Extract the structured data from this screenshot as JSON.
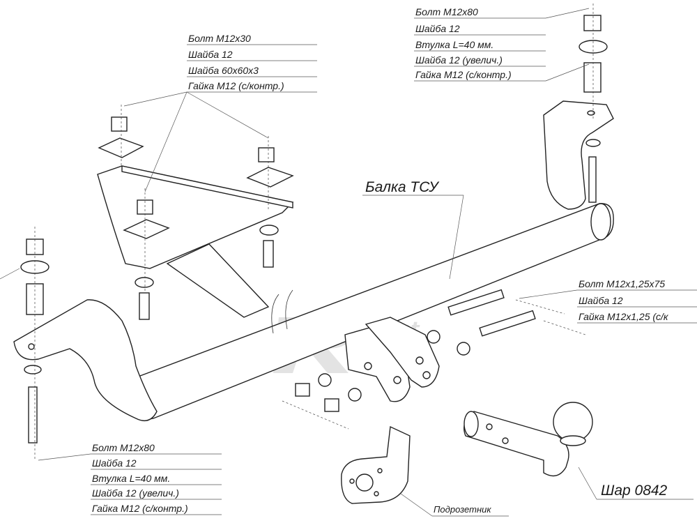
{
  "groups": [
    {
      "id": "top-left-kit",
      "lines": [
        "Болт М12х30",
        "Шайба 12",
        "Шайба 60х60х3",
        "Гайка М12 (с/контр.)"
      ]
    },
    {
      "id": "top-right-kit",
      "lines": [
        "Болт М12х80",
        "Шайба 12",
        "Втулка L=40 мм.",
        "Шайба 12 (увелич.)",
        "Гайка М12 (с/контр.)"
      ]
    },
    {
      "id": "right-kit",
      "lines": [
        "Болт М12х1,25х75",
        "Шайба 12",
        "Гайка М12х1,25 (с/к"
      ]
    },
    {
      "id": "bottom-left-kit",
      "lines": [
        "Болт М12х80",
        "Шайба 12",
        "Втулка L=40 мм.",
        "Шайба 12 (увелич.)",
        "Гайка М12 (с/контр.)"
      ]
    }
  ],
  "beam_label": "Балка ТСУ",
  "ball_label": "Шар 0842",
  "socket_label": "Подрозетник",
  "watermark": "ed point"
}
